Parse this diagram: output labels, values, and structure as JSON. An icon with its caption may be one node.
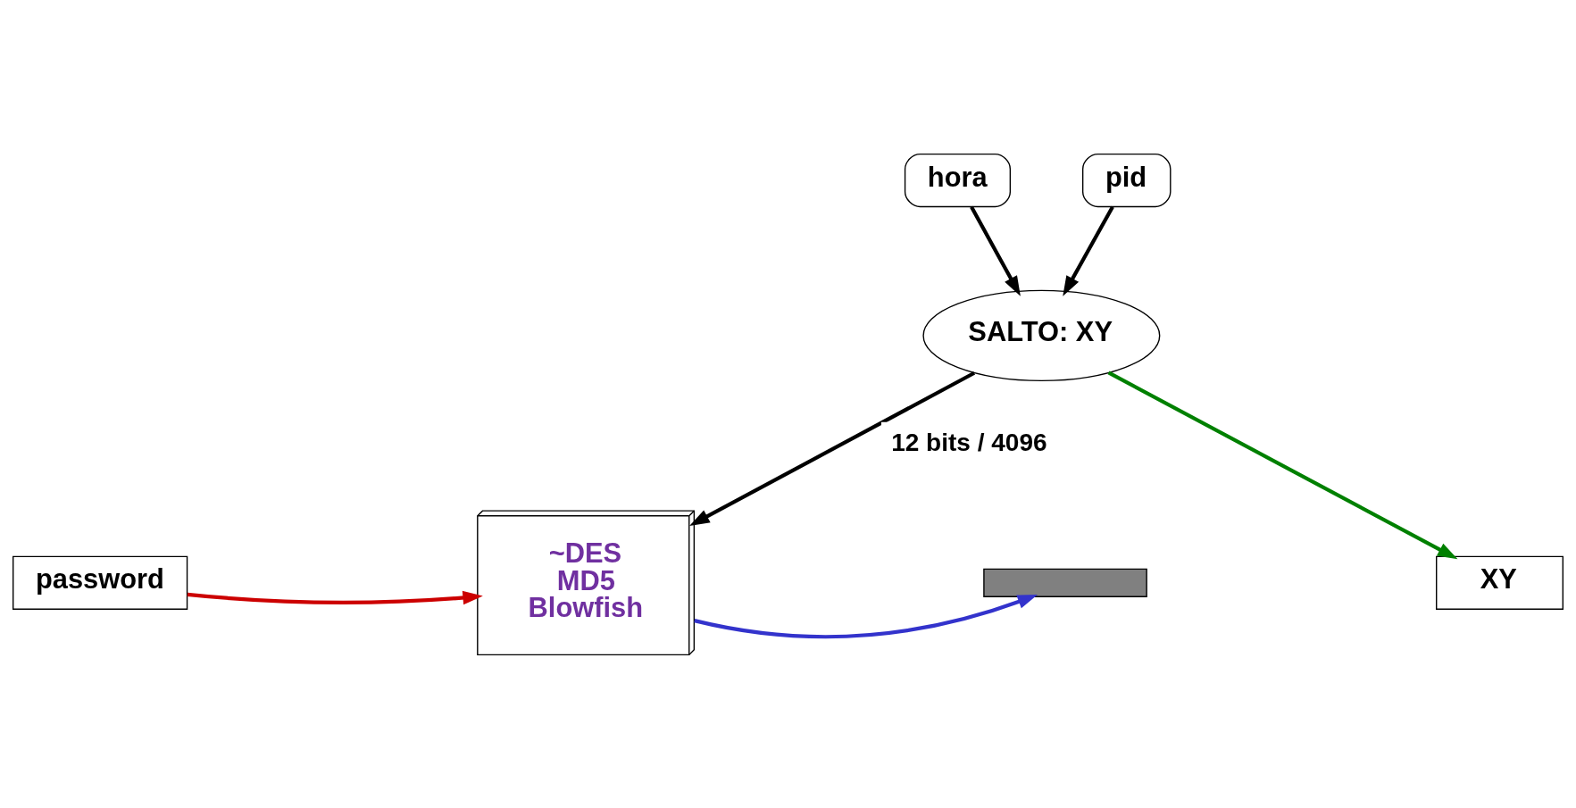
{
  "diagram": {
    "nodes": [
      {
        "text": [
          "hora"
        ]
      },
      {
        "text": [
          "pid"
        ]
      },
      {
        "text": [
          "SALTO: XY"
        ]
      },
      {
        "text": [
          "~DES",
          "MD5",
          "Blowfish"
        ]
      },
      {
        "text": [
          "password"
        ]
      },
      {
        "text": [],
        "shape": "bar"
      },
      {
        "text": [
          "XY"
        ]
      }
    ],
    "edges": [
      {
        "from": 0,
        "to": 2,
        "arrow": "to"
      },
      {
        "from": 1,
        "to": 2,
        "arrow": "to"
      },
      {
        "from": 2,
        "to": 3,
        "arrow": "to",
        "label": "12 bits / 4096"
      },
      {
        "from": 4,
        "to": 3,
        "arrow": "to",
        "color": "#cc0000"
      },
      {
        "from": 3,
        "to": 5,
        "arrow": "to",
        "color": "#3333cc"
      },
      {
        "from": 2,
        "to": 6,
        "arrow": "to",
        "color": "#008000"
      }
    ]
  }
}
